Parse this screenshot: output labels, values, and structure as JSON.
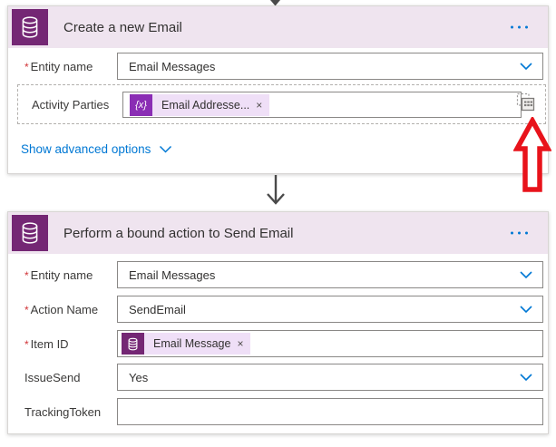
{
  "meta": {
    "app": "Power Automate flow designer",
    "colors": {
      "accent_blue": "#0078d4",
      "connector_purple": "#742774",
      "header_lavender": "#efe4ef",
      "expression_token_purple": "#8a2db4",
      "token_pill_bg": "#efdff7",
      "required_red": "#d13438",
      "annotation_red": "#e8131b",
      "input_border": "#8a8886"
    },
    "required_marker": "*",
    "close_glyph": "×",
    "expression_icon_text": "{x}"
  },
  "card1": {
    "title": "Create a new Email",
    "entity": {
      "label": "Entity name",
      "value": "Email Messages"
    },
    "activity": {
      "label": "Activity Parties",
      "token_text": "Email Addresse..."
    },
    "advanced_link": "Show advanced options"
  },
  "card2": {
    "title": "Perform a bound action to Send Email",
    "entity": {
      "label": "Entity name",
      "value": "Email Messages"
    },
    "action": {
      "label": "Action Name",
      "value": "SendEmail"
    },
    "item": {
      "label": "Item ID",
      "token_text": "Email Message"
    },
    "issuesend": {
      "label": "IssueSend",
      "value": "Yes"
    },
    "tracking": {
      "label": "TrackingToken",
      "value": "",
      "placeholder": ""
    }
  }
}
